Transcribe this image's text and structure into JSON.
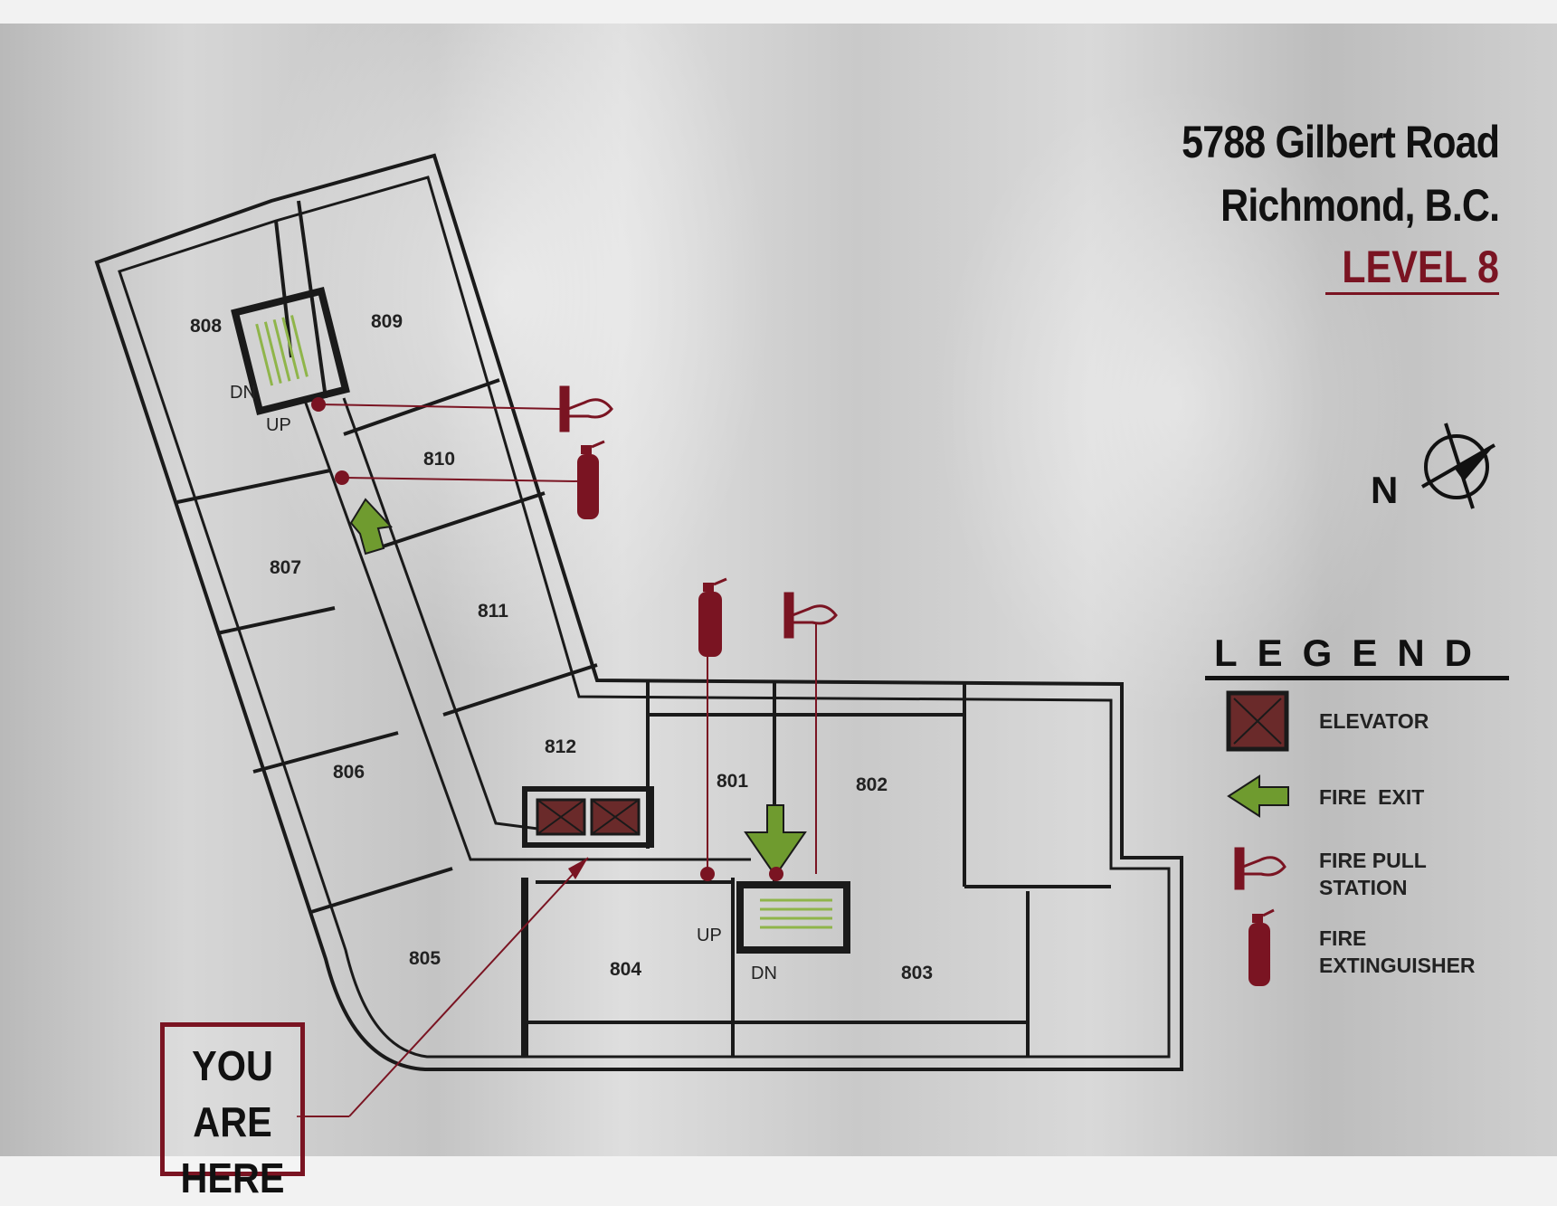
{
  "sign": {
    "address_line_1": "5788 Gilbert Road",
    "address_line_2": "Richmond, B.C.",
    "level": "LEVEL 8",
    "compass_label": "N"
  },
  "rooms": {
    "r801": "801",
    "r802": "802",
    "r803": "803",
    "r804": "804",
    "r805": "805",
    "r806": "806",
    "r807": "807",
    "r808": "808",
    "r809": "809",
    "r810": "810",
    "r811": "811",
    "r812": "812"
  },
  "stair_labels": {
    "north_dn": "DN",
    "north_up": "UP",
    "south_up": "UP",
    "south_dn": "DN"
  },
  "legend": {
    "title": "LEGEND",
    "elevator": "ELEVATOR",
    "fire_exit": "FIRE  EXIT",
    "fire_pull_station_1": "FIRE PULL",
    "fire_pull_station_2": "STATION",
    "fire_extinguisher_1": "FIRE",
    "fire_extinguisher_2": "EXTINGUISHER"
  },
  "you_are_here": "YOU\nARE\nHERE",
  "colors": {
    "wall": "#1a1a1a",
    "safety_red": "#7a1422",
    "exit_green": "#6f9b2f"
  }
}
